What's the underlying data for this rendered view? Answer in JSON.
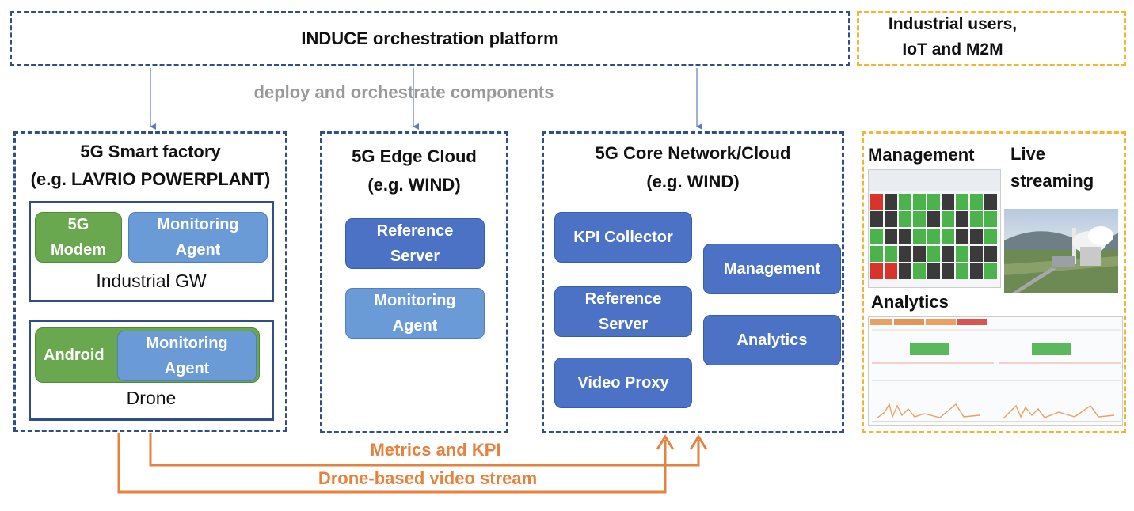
{
  "platform": {
    "title": "INDUCE orchestration platform"
  },
  "users": {
    "title": "Industrial users,\nIoT and M2M"
  },
  "deploy_label": "deploy and orchestrate components",
  "factory": {
    "title": "5G Smart factory\n(e.g. LAVRIO POWERPLANT)",
    "gw": {
      "label": "Industrial GW",
      "modem": "5G\nModem",
      "agent": "Monitoring\nAgent"
    },
    "drone": {
      "label": "Drone",
      "android": "Android",
      "agent": "Monitoring\nAgent"
    }
  },
  "edge": {
    "title": "5G Edge Cloud\n(e.g. WIND)",
    "reference_server": "Reference\nServer",
    "agent": "Monitoring\nAgent"
  },
  "core": {
    "title": "5G Core Network/Cloud\n(e.g. WIND)",
    "kpi_collector": "KPI Collector",
    "reference_server": "Reference\nServer",
    "video_proxy": "Video Proxy",
    "management": "Management",
    "analytics": "Analytics"
  },
  "user_panel": {
    "management": "Management",
    "live_streaming": "Live\nstreaming",
    "analytics": "Analytics"
  },
  "flows": {
    "metrics": "Metrics and KPI",
    "video": "Drone-based video stream"
  },
  "colors": {
    "dashed_blue": "#2f4f86",
    "dashed_yellow": "#f2b531",
    "box_dark": "#4b72c4",
    "box_light": "#6b9bd6",
    "box_green": "#6aa84f",
    "flow_orange": "#e5823e",
    "deploy_gray": "#999999"
  }
}
